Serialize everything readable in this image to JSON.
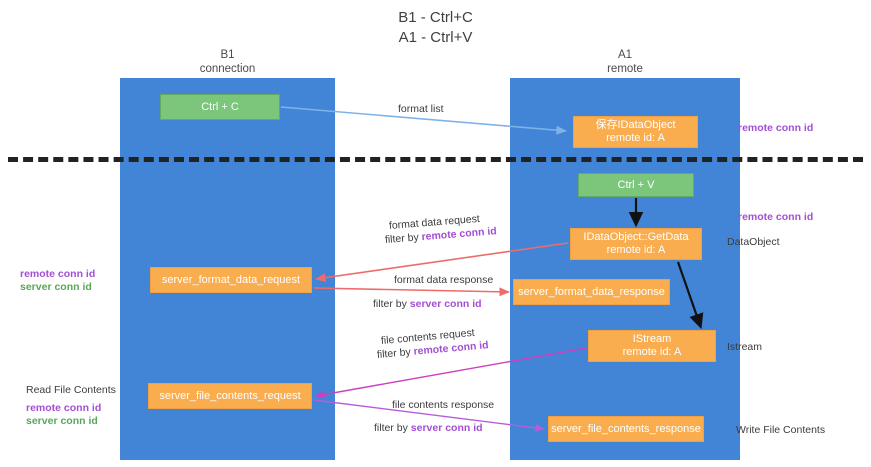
{
  "title": {
    "line1": "B1 - Ctrl+C",
    "line2": "A1 - Ctrl+V"
  },
  "colors": {
    "lane": "#4285d6",
    "node_green": "#7bc67b",
    "node_orange": "#f9ad4f",
    "remote_conn_id": "#a34fd4",
    "server_conn_id": "#57a857",
    "arrow_blue": "#7fb3e8",
    "arrow_red": "#ef6a6a",
    "arrow_magenta": "#cc3fbf",
    "arrow_purple": "#b45fd8",
    "arrow_black": "#111111",
    "divider": "#222222"
  },
  "lanes": [
    {
      "id": "b1",
      "name": "B1",
      "role": "connection"
    },
    {
      "id": "a1",
      "name": "A1",
      "role": "remote"
    }
  ],
  "nodes": {
    "ctrl_c": {
      "line1": "Ctrl + C",
      "line2": "",
      "kind": "green"
    },
    "idataobject": {
      "line1": "保存IDataObject",
      "line2": "remote id: A",
      "kind": "orange"
    },
    "ctrl_v": {
      "line1": "Ctrl + V",
      "line2": "",
      "kind": "green"
    },
    "getdata": {
      "line1": "IDataObject::GetData",
      "line2": "remote id: A",
      "kind": "orange"
    },
    "sfd_request": {
      "line1": "server_format_data_request",
      "line2": "",
      "kind": "orange"
    },
    "sfd_response": {
      "line1": "server_format_data_response",
      "line2": "",
      "kind": "orange"
    },
    "istream": {
      "line1": "IStream",
      "line2": "remote id: A",
      "kind": "orange"
    },
    "sfc_request": {
      "line1": "server_file_contents_request",
      "line2": "",
      "kind": "orange"
    },
    "sfc_response": {
      "line1": "server_file_contents_response",
      "line2": "",
      "kind": "orange"
    }
  },
  "annotations": {
    "format_list": "format list",
    "format_data_request": "format data request",
    "format_data_response": "format data response",
    "file_contents_request": "file contents request",
    "file_contents_response": "file contents response",
    "filter_by": "filter by",
    "remote_conn_id": "remote conn id",
    "server_conn_id": "server conn id",
    "data_object": "DataObject",
    "istream_label": "Istream",
    "read_file_contents": "Read File Contents",
    "write_file_contents": "Write File Contents"
  }
}
